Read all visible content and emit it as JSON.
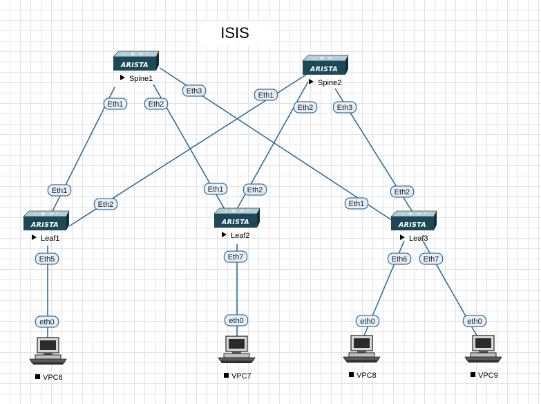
{
  "title": "ISIS",
  "switch_brand": "ARISTA",
  "colors": {
    "link": "#2e6f98",
    "port_fill": "#e6eef7",
    "port_stroke": "#3f6f9a",
    "switch_face": "#1f4a5a",
    "switch_top": "#a8c0c6"
  },
  "switches": [
    {
      "id": "spine1",
      "name": "Spine1",
      "icon": "arista-switch-icon",
      "status_icon": "play-triangle-icon"
    },
    {
      "id": "spine2",
      "name": "Spine2",
      "icon": "arista-switch-icon",
      "status_icon": "play-triangle-icon"
    },
    {
      "id": "leaf1",
      "name": "Leaf1",
      "icon": "arista-switch-icon",
      "status_icon": "play-triangle-icon"
    },
    {
      "id": "leaf2",
      "name": "Leaf2",
      "icon": "arista-switch-icon",
      "status_icon": "play-triangle-icon"
    },
    {
      "id": "leaf3",
      "name": "Leaf3",
      "icon": "arista-switch-icon",
      "status_icon": "play-triangle-icon"
    }
  ],
  "pcs": [
    {
      "id": "vpc6",
      "name": "VPC6",
      "icon": "pc-icon",
      "status_icon": "stopped-square-icon"
    },
    {
      "id": "vpc7",
      "name": "VPC7",
      "icon": "pc-icon",
      "status_icon": "stopped-square-icon"
    },
    {
      "id": "vpc8",
      "name": "VPC8",
      "icon": "pc-icon",
      "status_icon": "stopped-square-icon"
    },
    {
      "id": "vpc9",
      "name": "VPC9",
      "icon": "pc-icon",
      "status_icon": "stopped-square-icon"
    }
  ],
  "links": [
    {
      "id": "spine1-leaf1",
      "a_port": "Eth1",
      "b_port": "Eth1"
    },
    {
      "id": "spine1-leaf2",
      "a_port": "Eth2",
      "b_port": "Eth1"
    },
    {
      "id": "spine1-leaf3",
      "a_port": "Eth3",
      "b_port": "Eth1"
    },
    {
      "id": "spine2-leaf1",
      "a_port": "Eth1",
      "b_port": "Eth2"
    },
    {
      "id": "spine2-leaf2",
      "a_port": "Eth2",
      "b_port": "Eth2"
    },
    {
      "id": "spine2-leaf3",
      "a_port": "Eth3",
      "b_port": "Eth2"
    },
    {
      "id": "leaf1-vpc6",
      "a_port": "Eth5",
      "b_port": "eth0"
    },
    {
      "id": "leaf2-vpc7",
      "a_port": "Eth7",
      "b_port": "eth0"
    },
    {
      "id": "leaf3-vpc8",
      "a_port": "Eth6",
      "b_port": "eth0"
    },
    {
      "id": "leaf3-vpc9",
      "a_port": "Eth7",
      "b_port": "eth0"
    }
  ]
}
